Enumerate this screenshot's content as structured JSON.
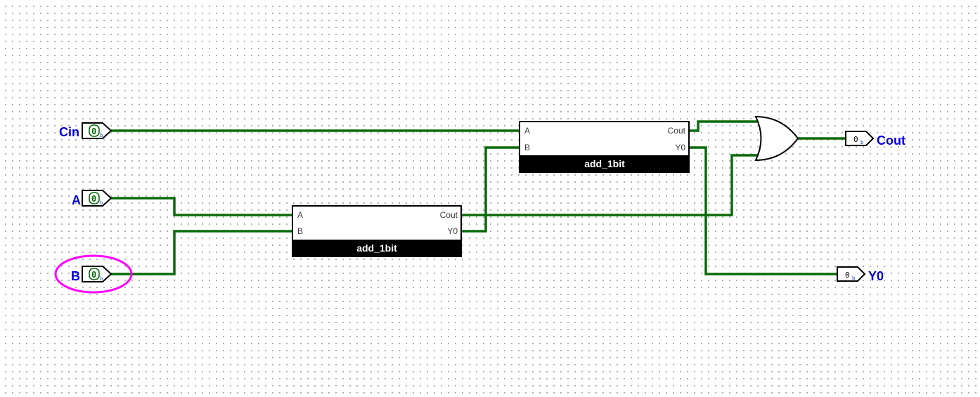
{
  "inputs": {
    "cin": {
      "label": "Cin",
      "value": "0",
      "base": "b"
    },
    "a": {
      "label": "A",
      "value": "0",
      "base": "b"
    },
    "b": {
      "label": "B",
      "value": "0",
      "base": "b"
    }
  },
  "outputs": {
    "cout": {
      "label": "Cout",
      "value": "0",
      "base": "b"
    },
    "y0": {
      "label": "Y0",
      "value": "0",
      "base": "b"
    }
  },
  "adder_top": {
    "name": "add_1bit",
    "pin_a": "A",
    "pin_b": "B",
    "pin_cout": "Cout",
    "pin_y0": "Y0"
  },
  "adder_bottom": {
    "name": "add_1bit",
    "pin_a": "A",
    "pin_b": "B",
    "pin_cout": "Cout",
    "pin_y0": "Y0"
  },
  "colors": {
    "wire": "#0a6a0a",
    "label": "#0000dd",
    "highlight": "#ff00ff"
  }
}
